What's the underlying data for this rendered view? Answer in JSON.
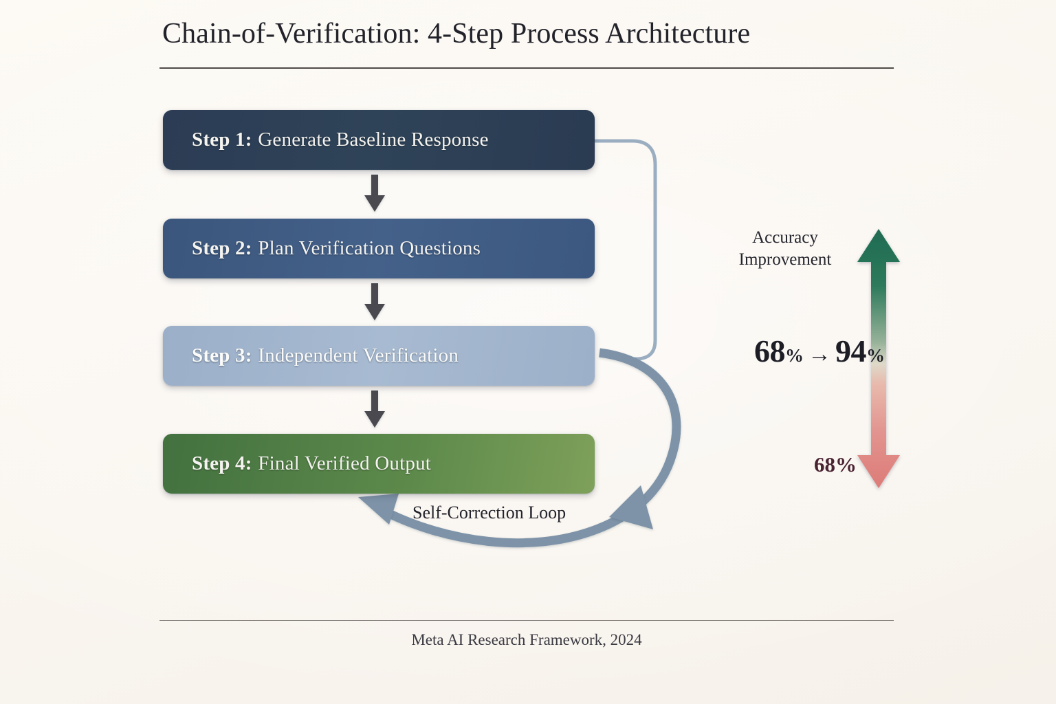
{
  "title": "Chain-of-Verification: 4-Step Process Architecture",
  "footer": "Meta AI Research Framework, 2024",
  "steps": [
    {
      "lead": "Step 1:",
      "rest": "Generate Baseline Response",
      "color": "#2f4358"
    },
    {
      "lead": "Step 2:",
      "rest": "Plan Verification Questions",
      "color": "#44618a"
    },
    {
      "lead": "Step 3:",
      "rest": "Independent Verification",
      "color": "#a7bad1"
    },
    {
      "lead": "Step 4:",
      "rest": "Final Verified Output",
      "color": "#5d8a4b"
    }
  ],
  "loop": {
    "label": "Self-Correction Loop",
    "color": "#7e93a8"
  },
  "gauge": {
    "label_line1": "Accuracy",
    "label_line2": "Improvement",
    "from_value": "68",
    "from_unit": "%",
    "arrow_glyph": "→",
    "to_value": "94",
    "to_unit": "%",
    "baseline_label": "68%",
    "top_color": "#1f6b52",
    "bottom_color": "#dd7b77",
    "baseline_text_color": "#4a2333"
  },
  "connectors": {
    "flow_arrow_color": "#4a4a50",
    "feedback_line_color": "#8ea2b8"
  }
}
